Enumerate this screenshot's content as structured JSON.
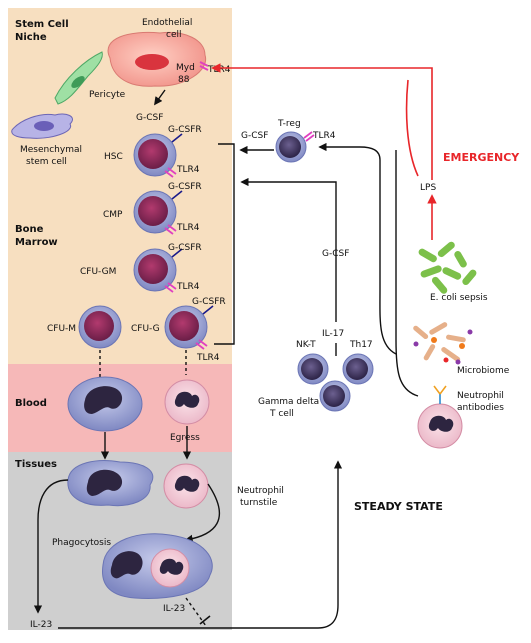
{
  "regions": {
    "niche_title_line1": "Stem Cell",
    "niche_title_line2": "Niche",
    "bone_marrow_line1": "Bone",
    "bone_marrow_line2": "Marrow",
    "blood": "Blood",
    "tissues": "Tissues"
  },
  "niche_cells": {
    "endothelial_line1": "Endothelial",
    "endothelial_line2": "cell",
    "myd88_line1": "Myd",
    "myd88_line2": "88",
    "pericyte": "Pericyte",
    "mesenchymal_line1": "Mesenchymal",
    "mesenchymal_line2": "stem cell"
  },
  "marrow_cells": {
    "gcsf": "G-CSF",
    "gcsfr": "G-CSFR",
    "tlr4": "TLR4",
    "hsc": "HSC",
    "cmp": "CMP",
    "cfu_gm": "CFU-GM",
    "cfu_m": "CFU-M",
    "cfu_g": "CFU-G"
  },
  "blood_tissue": {
    "egress": "Egress",
    "neutrophil_turnstile_line1": "Neutrophil",
    "neutrophil_turnstile_line2": "turnstile",
    "phagocytosis": "Phagocytosis",
    "il23_tissue": "IL-23",
    "il23_bottom": "IL-23"
  },
  "middle": {
    "treg": "T-reg",
    "gcsf_treg": "G-CSF",
    "tlr4_treg": "TLR4",
    "gcsf_mid": "G-CSF",
    "il17": "IL-17",
    "nkt": "NK-T",
    "th17": "Th17",
    "gamma_delta_line1": "Gamma delta",
    "gamma_delta_line2": "T cell"
  },
  "right": {
    "emergency": "EMERGENCY",
    "lps": "LPS",
    "ecoli": "E. coli sepsis",
    "microbiome": "Microbiome",
    "neutrophil_ab_line1": "Neutrophil",
    "neutrophil_ab_line2": "antibodies",
    "steady_state": "STEADY STATE"
  },
  "colors": {
    "niche_bg": "#f7dfc0",
    "blood_bg": "#f6b8b8",
    "tissue_bg": "#cfcfcf",
    "emergency_red": "#e8262a",
    "cell_membrane": "#8e98cc",
    "nucleus": "#7a2050"
  }
}
